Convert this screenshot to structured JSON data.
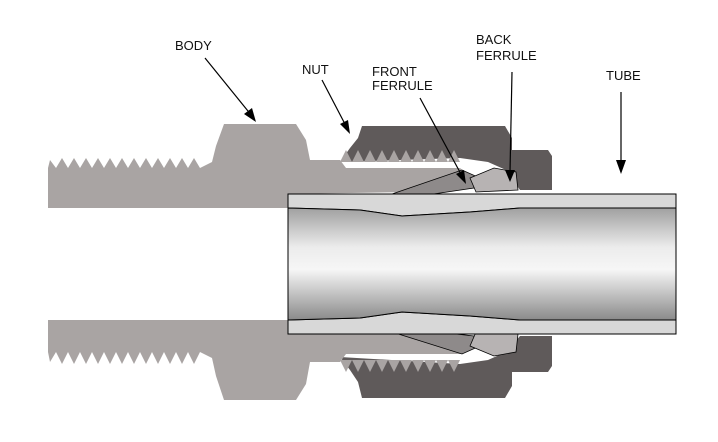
{
  "labels": {
    "body": "BODY",
    "nut": "NUT",
    "front_ferrule_1": "FRONT",
    "front_ferrule_2": "FERRULE",
    "back_ferrule_1": "BACK",
    "back_ferrule_2": "FERRULE",
    "tube": "TUBE"
  },
  "colors": {
    "body": "#a9a4a3",
    "nut": "#5f5a5a",
    "ferrule": "#8e8a8a",
    "tube_light": "#f0f0f0",
    "tube_dark": "#8f8f8f",
    "tube_wall": "#d8d8d8",
    "outline": "#000000"
  }
}
